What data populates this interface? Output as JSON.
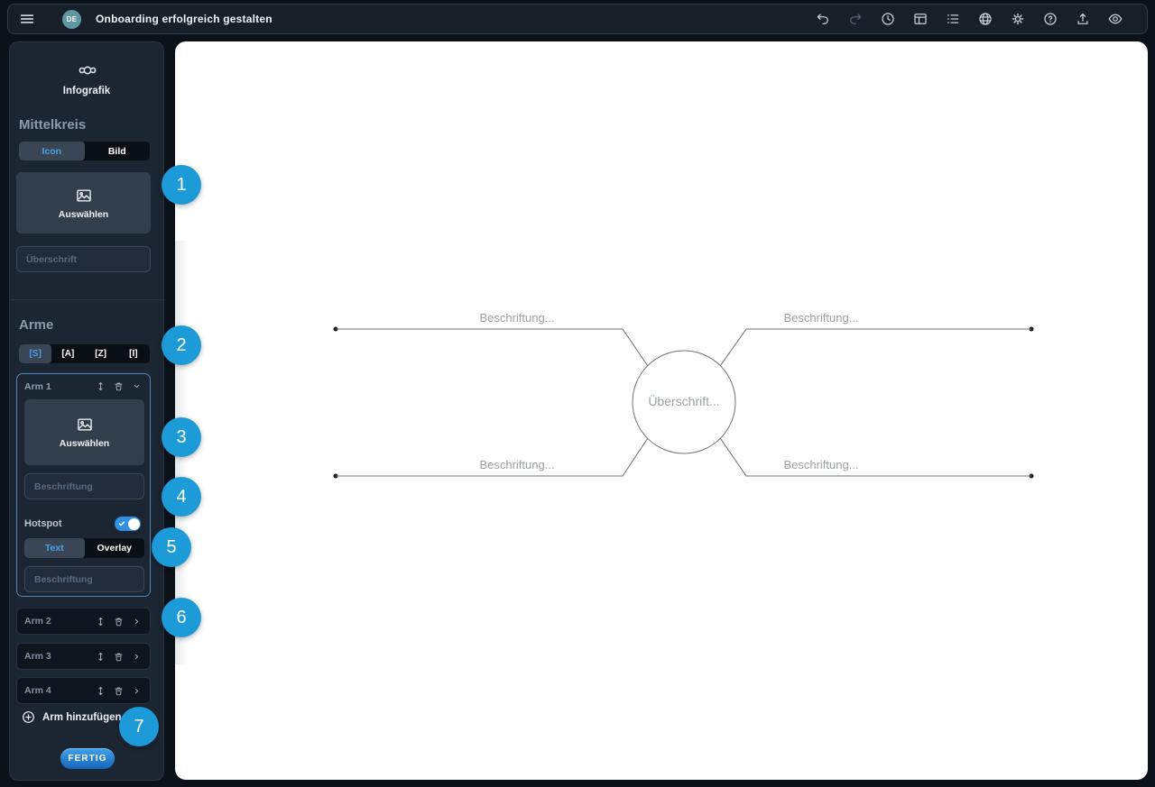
{
  "topbar": {
    "title": "Onboarding erfolgreich gestalten",
    "avatar_initials": "DE",
    "icons": [
      "hamburger-menu",
      "undo",
      "redo",
      "history",
      "layout",
      "list",
      "globe",
      "settings",
      "help",
      "export",
      "preview"
    ]
  },
  "sidebar": {
    "tool": {
      "icon": "infographic-icon",
      "label": "Infografik"
    },
    "mittelkreis": {
      "heading": "Mittelkreis",
      "type_tabs": [
        {
          "label": "Icon",
          "active": true
        },
        {
          "label": "Bild",
          "active": false
        }
      ],
      "select_button": "Auswählen",
      "title_placeholder": "Überschrift"
    },
    "arme": {
      "heading": "Arme",
      "shape_tabs": [
        {
          "label": "[S]",
          "active": true
        },
        {
          "label": "[A]",
          "active": false
        },
        {
          "label": "[Z]",
          "active": false
        },
        {
          "label": "[I]",
          "active": false
        }
      ],
      "expanded_arm": {
        "label": "Arm 1",
        "select_button": "Auswählen",
        "caption_placeholder": "Beschriftung",
        "hotspot_label": "Hotspot",
        "hotspot_on": true,
        "hotspot_tabs": [
          {
            "label": "Text",
            "active": true
          },
          {
            "label": "Overlay",
            "active": false
          }
        ],
        "hotspot_caption_placeholder": "Beschriftung"
      },
      "collapsed_arms": [
        {
          "label": "Arm 2"
        },
        {
          "label": "Arm 3"
        },
        {
          "label": "Arm 4"
        }
      ],
      "add_arm_label": "Arm hinzufügen"
    },
    "done_button": "FERTIG"
  },
  "canvas": {
    "center_label": "Überschrift...",
    "arm_labels": [
      "Beschriftung...",
      "Beschriftung...",
      "Beschriftung...",
      "Beschriftung..."
    ]
  },
  "badges": [
    "1",
    "2",
    "3",
    "4",
    "5",
    "6",
    "7"
  ],
  "colors": {
    "accent_blue": "#45a2e8",
    "badge_blue": "#1d9bd8",
    "toggle_blue": "#2f8fe0",
    "avatar_teal": "#5e97a2",
    "panel_bg": "#1c2532",
    "topbar_bg": "#171f29",
    "canvas_bg": "#ffffff"
  }
}
